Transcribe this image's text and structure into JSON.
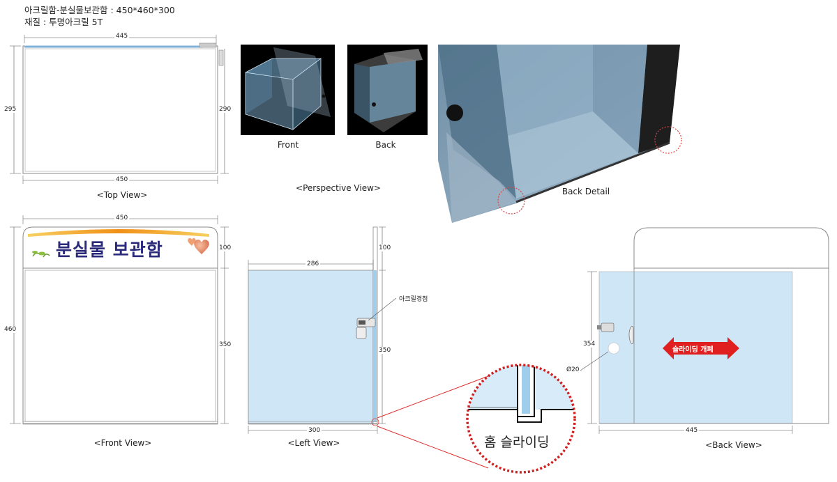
{
  "header": {
    "line1": "아크릴함-분실물보관함 : 450*460*300",
    "line2": "재질 : 투명아크릴 5T"
  },
  "top_view": {
    "caption": "<Top View>",
    "dim_top": "445",
    "dim_bottom": "450",
    "dim_left": "295",
    "dim_right": "290"
  },
  "perspective": {
    "caption": "<Perspective View>",
    "front_label": "Front",
    "back_label": "Back",
    "detail_label": "Back Detail"
  },
  "front_view": {
    "caption": "<Front View>",
    "sign_text": "분실물 보관함",
    "dim_top": "450",
    "dim_left": "460",
    "dim_right_top": "100",
    "dim_right_bottom": "350"
  },
  "left_view": {
    "caption": "<Left View>",
    "dim_top": "286",
    "dim_bottom": "300",
    "dim_right_top": "100",
    "dim_right_bottom": "350",
    "callout_label": "아크릴경첩"
  },
  "groove_detail": {
    "label": "홈 슬라이딩"
  },
  "back_view": {
    "caption": "<Back View>",
    "dim_bottom": "445",
    "dim_left": "354",
    "hole_label": "Ø20",
    "sliding_label": "슬라이딩 개폐"
  },
  "colors": {
    "acrylic_blue": "#cfe6f7",
    "sign_text": "#2b2a7a",
    "accent_red": "#e02020",
    "sign_bar": "#f0a020"
  }
}
